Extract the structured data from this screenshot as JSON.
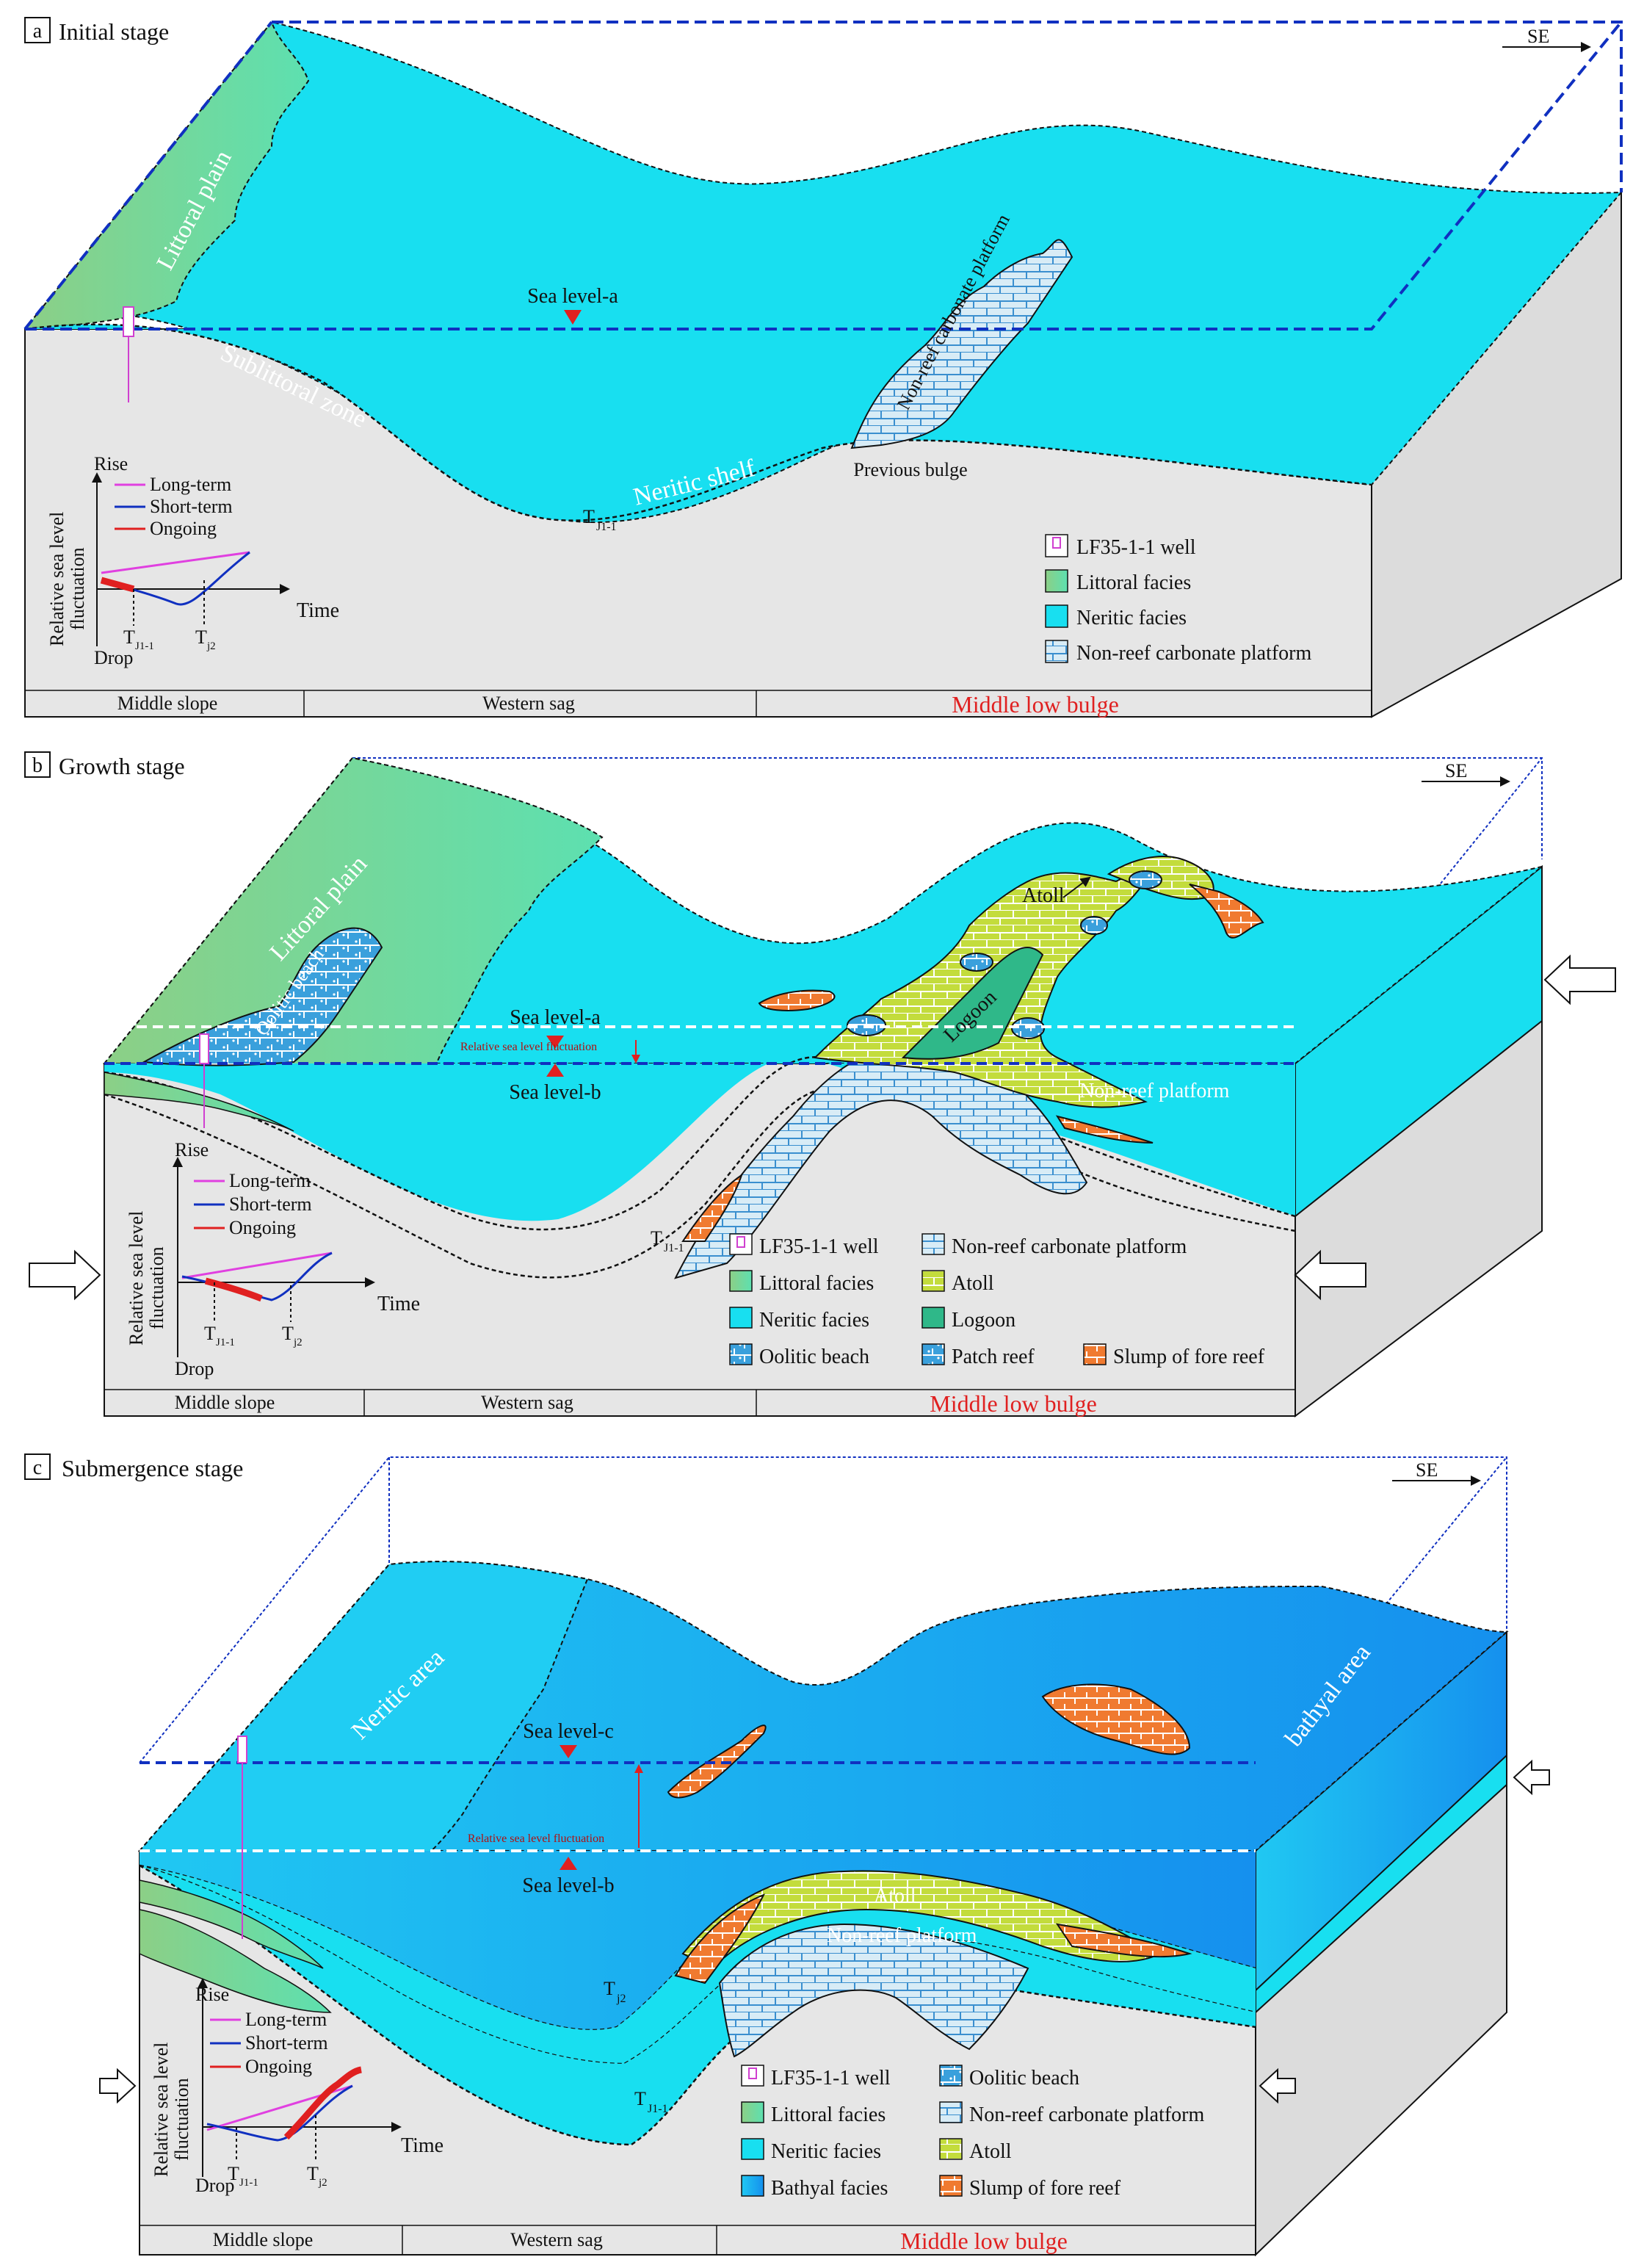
{
  "panels": [
    {
      "letter": "a",
      "title": "Initial stage",
      "direction": "SE",
      "landforms": {
        "littoral": "Littoral plain",
        "sub": "Sublittoral zone",
        "neritic": "Neritic shelf",
        "platform": "Non-reef carbonate platform",
        "bulge": "Previous bulge"
      },
      "sea_levels": [
        {
          "label": "Sea level-a"
        }
      ],
      "horizons": [
        "T",
        "J1-1"
      ],
      "inset": {
        "rise": "Rise",
        "drop": "Drop",
        "time": "Time",
        "ylabel1": "Relative sea level",
        "ylabel2": "fluctuation",
        "legend": [
          "Long-term",
          "Short-term",
          "Ongoing"
        ],
        "tick1": "J1-1",
        "tick2": "j2",
        "tick_letter": "T"
      },
      "legend": [
        "LF35-1-1 well",
        "Littoral facies",
        "Neritic facies",
        "Non-reef carbonate platform"
      ],
      "zones": [
        "Middle slope",
        "Western sag",
        "Middle low bulge"
      ]
    },
    {
      "letter": "b",
      "title": "Growth stage",
      "direction": "SE",
      "landforms": {
        "littoral": "Littoral plain",
        "oolitic": "Oolitic beach",
        "atoll": "Atoll",
        "logoon": "Logoon",
        "platform": "Non-reef platform"
      },
      "sea_levels": [
        {
          "label": "Sea level-a"
        },
        {
          "label": "Sea level-b"
        }
      ],
      "fluct_label": "Relative sea level fluctuation",
      "horizons": [
        "T",
        "J1-1"
      ],
      "inset": {
        "rise": "Rise",
        "drop": "Drop",
        "time": "Time",
        "ylabel1": "Relative sea level",
        "ylabel2": "fluctuation",
        "legend": [
          "Long-term",
          "Short-term",
          "Ongoing"
        ],
        "tick1": "J1-1",
        "tick2": "j2",
        "tick_letter": "T"
      },
      "legend_left": [
        "LF35-1-1 well",
        "Littoral facies",
        "Neritic facies",
        "Oolitic beach"
      ],
      "legend_mid": [
        "Non-reef carbonate platform",
        "Atoll",
        "Logoon",
        "Patch reef"
      ],
      "legend_right": [
        "Slump of fore reef"
      ],
      "zones": [
        "Middle slope",
        "Western sag",
        "Middle low bulge"
      ]
    },
    {
      "letter": "c",
      "title": "Submergence stage",
      "direction": "SE",
      "landforms": {
        "neritic": "Neritic area",
        "bathyal": "bathyal area",
        "atoll": "Atoll",
        "platform": "Non-reef platform"
      },
      "sea_levels": [
        {
          "label": "Sea level-c"
        },
        {
          "label": "Sea level-b"
        }
      ],
      "fluct_label": "Relative sea level fluctuation",
      "horizons": [
        "T",
        "j2",
        "J1-1"
      ],
      "inset": {
        "rise": "Rise",
        "drop": "Drop",
        "time": "Time",
        "ylabel1": "Relative sea level",
        "ylabel2": "fluctuation",
        "legend": [
          "Long-term",
          "Short-term",
          "Ongoing"
        ],
        "tick1": "J1-1",
        "tick2": "j2",
        "tick_letter": "T"
      },
      "legend_left": [
        "LF35-1-1 well",
        "Littoral facies",
        "Neritic facies",
        "Bathyal facies"
      ],
      "legend_right": [
        "Oolitic beach",
        "Non-reef carbonate platform",
        "Atoll",
        "Slump of fore reef"
      ],
      "zones": [
        "Middle slope",
        "Western sag",
        "Middle low bulge"
      ]
    }
  ],
  "colors": {
    "littoral": "#6fdc9a",
    "neritic": "#18dff0",
    "bathyal": "#2aa8f0",
    "platform": "#d8ecf6",
    "atoll": "#c3dc3c",
    "logoon": "#2fb889",
    "oolitic": "#3aa0dc",
    "slump": "#f07a30",
    "basement": "#e6e6e6",
    "sea_line": "#1030c0",
    "accent_red": "#e02020"
  }
}
